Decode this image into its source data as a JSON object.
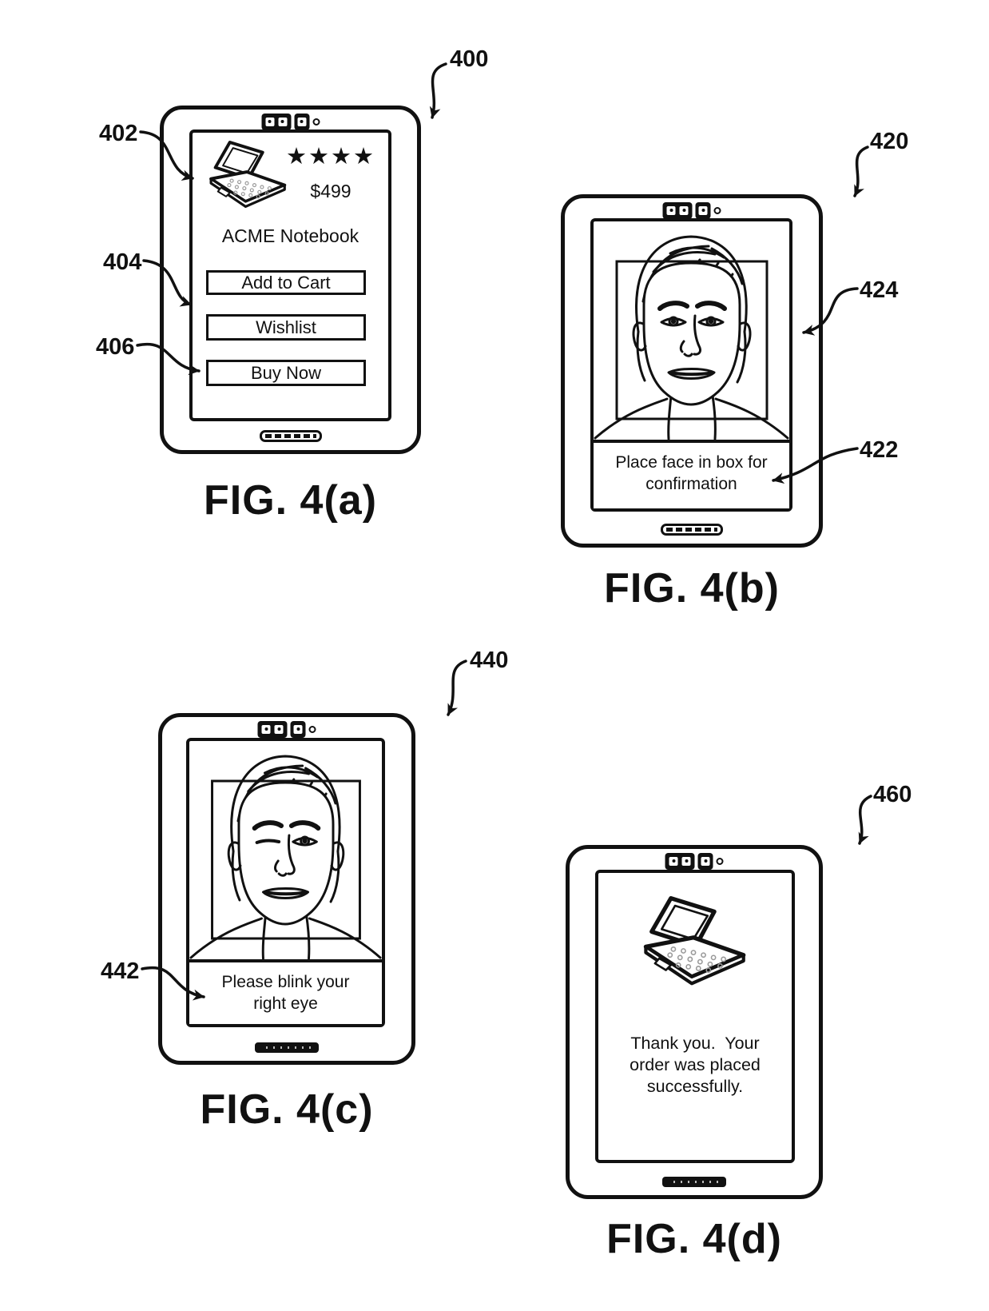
{
  "panel_a": {
    "caption": "FIG. 4(a)",
    "ref_device": "400",
    "ref_product_image": "402",
    "ref_action_buttons": "404",
    "ref_buy_now": "406",
    "screen": {
      "stars": "★★★★",
      "price": "$499",
      "product_name": "ACME Notebook",
      "buttons": [
        "Add to Cart",
        "Wishlist",
        "Buy Now"
      ]
    }
  },
  "panel_b": {
    "caption": "FIG. 4(b)",
    "ref_device": "420",
    "ref_face_box": "424",
    "ref_message": "422",
    "message_lines": [
      "Place face in box for",
      "confirmation"
    ]
  },
  "panel_c": {
    "caption": "FIG. 4(c)",
    "ref_device": "440",
    "ref_message": "442",
    "message_lines": [
      "Please blink your",
      "right eye"
    ]
  },
  "panel_d": {
    "caption": "FIG. 4(d)",
    "ref_device": "460",
    "message_lines": [
      "Thank you.  Your",
      "order was placed",
      "successfully."
    ]
  }
}
